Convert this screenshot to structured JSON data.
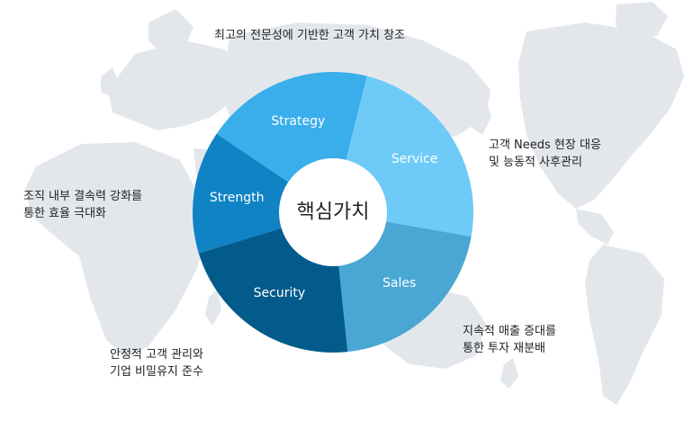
{
  "center_label": "핵심가치",
  "segments": [
    {
      "label": "Strategy",
      "color": "#3aaeea",
      "desc": [
        "최고의 전문성에 기반한 고객 가치 창조"
      ]
    },
    {
      "label": "Service",
      "color": "#6ecbf7",
      "desc": [
        "고객 Needs 현장 대응",
        "및 능동적 사후관리"
      ]
    },
    {
      "label": "Sales",
      "color": "#4aa6d3",
      "desc": [
        "지속적 매출 증대를",
        "통한 투자 재분배"
      ]
    },
    {
      "label": "Security",
      "color": "#035b8c",
      "desc": [
        "안정적 고객 관리와",
        "기업 비밀유지 준수"
      ]
    },
    {
      "label": "Strength",
      "color": "#0f83c4",
      "desc": [
        "조직 내부 결속력 강화를",
        "통한 효율 극대화"
      ]
    }
  ],
  "colors": {
    "map": "#e3e7ec",
    "center": "#ffffff",
    "text": "#222222"
  }
}
